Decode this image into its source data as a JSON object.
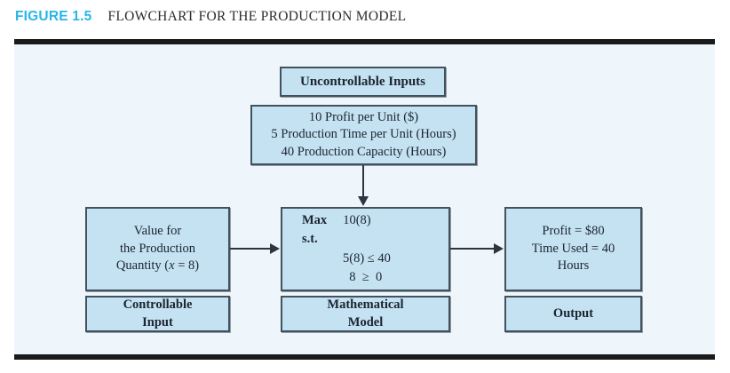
{
  "caption": {
    "figure_number": "FIGURE 1.5",
    "title": "FLOWCHART FOR THE PRODUCTION MODEL",
    "number_color": "#27b6e8",
    "title_color": "#2b2b33"
  },
  "theme": {
    "panel_background": "#eff6fb",
    "box_fill": "#c4e2f2",
    "box_border": "#41525e",
    "rule_color": "#1a1a1a",
    "connector_color": "#2b3640",
    "text_color": "#1c2430"
  },
  "diagram": {
    "uncontrollable_inputs_header": "Uncontrollable Inputs",
    "input_values": [
      "10 Profit per Unit ($)",
      "5 Production Time per Unit (Hours)",
      "40 Production Capacity (Hours)"
    ],
    "controllable_value": [
      "Value for",
      "the Production",
      "Quantity ("
    ],
    "controllable_value_var": "x",
    "controllable_value_tail": " = 8)",
    "controllable_label": [
      "Controllable",
      "Input"
    ],
    "model": {
      "objective_keyword": "Max",
      "objective_expression": "10(8)",
      "subject_to": "s.t.",
      "constraints": [
        "5(8) ≤ 40",
        "  8  ≥  0"
      ]
    },
    "model_label": [
      "Mathematical",
      "Model"
    ],
    "output_values": [
      "Profit = $80",
      "Time Used = 40",
      "Hours"
    ],
    "output_label": [
      "Output"
    ]
  }
}
